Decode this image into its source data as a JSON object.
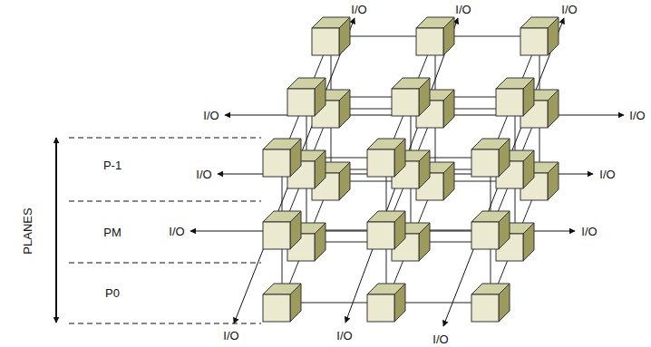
{
  "diagram": {
    "labels": [
      "PLANES",
      "P-1",
      "PM",
      "P0",
      "I/O",
      "I/O",
      "I/O",
      "I/O",
      "I/O",
      "I/O",
      "I/O",
      "I/O",
      "I/O",
      "I/O",
      "I/O",
      "I/O"
    ]
  }
}
